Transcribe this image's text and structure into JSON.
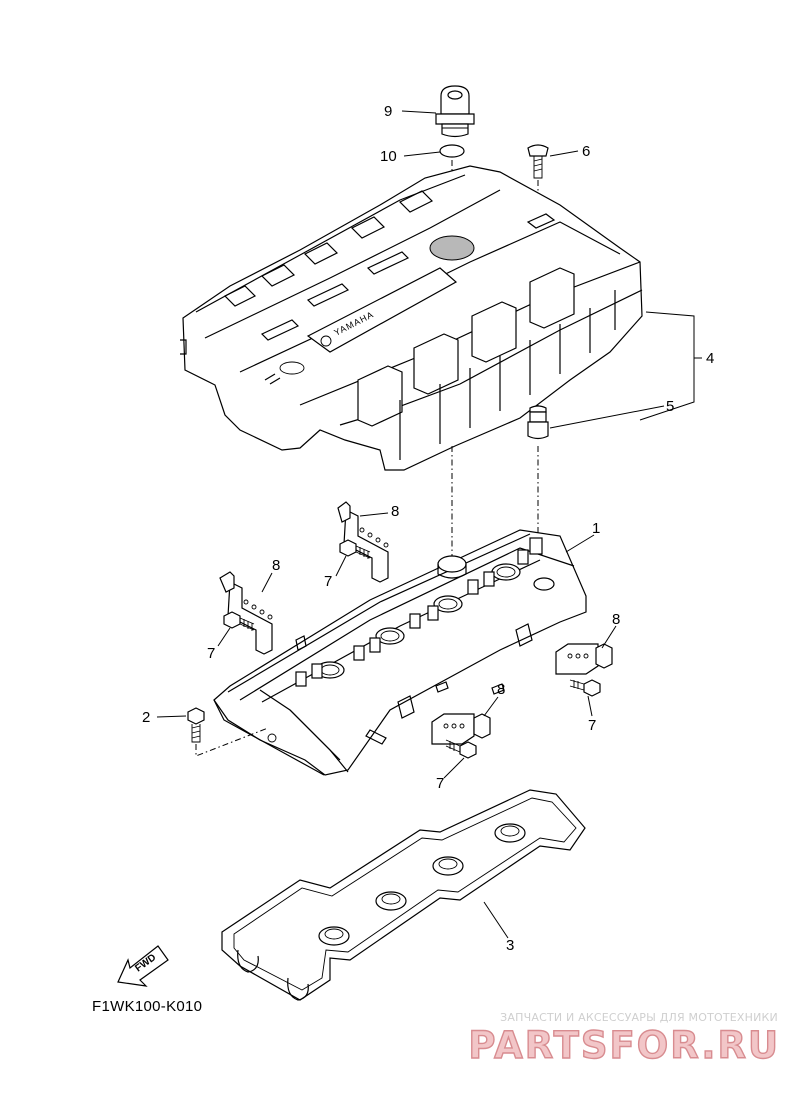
{
  "callouts": [
    {
      "id": "9",
      "text": "9"
    },
    {
      "id": "10",
      "text": "10"
    },
    {
      "id": "6",
      "text": "6"
    },
    {
      "id": "4",
      "text": "4"
    },
    {
      "id": "5",
      "text": "5"
    },
    {
      "id": "8a",
      "text": "8"
    },
    {
      "id": "1",
      "text": "1"
    },
    {
      "id": "7a",
      "text": "7"
    },
    {
      "id": "8b",
      "text": "8"
    },
    {
      "id": "7b",
      "text": "7"
    },
    {
      "id": "8c",
      "text": "8"
    },
    {
      "id": "2",
      "text": "2"
    },
    {
      "id": "8d",
      "text": "8"
    },
    {
      "id": "7c",
      "text": "7"
    },
    {
      "id": "7d",
      "text": "7"
    },
    {
      "id": "3",
      "text": "3"
    }
  ],
  "cover_logo": "YAMAHA",
  "fwd_label": "FWD",
  "diagram_code": "F1WK100-K010",
  "watermark": {
    "tagline": "ЗАПЧАСТИ И АКСЕССУАРЫ ДЛЯ МОТОТЕХНИКИ",
    "logo_text": "PARTSFOR.RU"
  },
  "colors": {
    "line": "#000000",
    "watermark_fill": "#f2c6c8",
    "watermark_stroke": "#d88c90"
  }
}
